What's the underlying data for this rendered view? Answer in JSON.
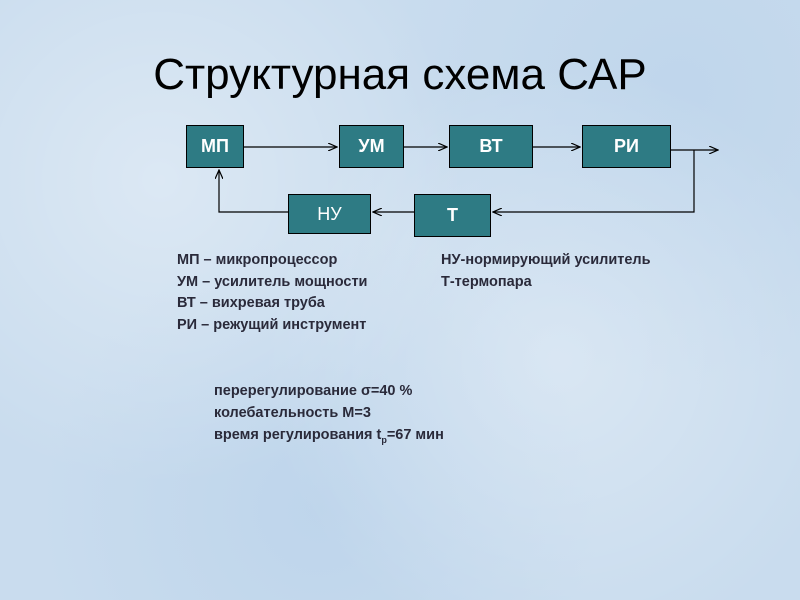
{
  "title": "Структурная схема САР",
  "blocks": {
    "mp": "МП",
    "um": "УМ",
    "vt": "ВТ",
    "ri": "РИ",
    "t": "Т",
    "nu": "НУ"
  },
  "legend_left": [
    "МП – микропроцессор",
    "УМ – усилитель мощности",
    "ВТ – вихревая труба",
    "РИ – режущий инструмент"
  ],
  "legend_right": [
    "НУ-нормирующий усилитель",
    "Т-термопара"
  ],
  "metrics": {
    "overshoot_prefix": "перерегулирование ",
    "sigma_symbol": "σ",
    "overshoot_value": "=40 %",
    "oscillation": "колебательность М=3",
    "reg_time_prefix": "время регулирования t",
    "reg_time_subscript": "р",
    "reg_time_value": "=67 мин"
  },
  "colors": {
    "block_fill": "#2e7b84",
    "block_text": "#ffffff",
    "legend_text": "#2a2a3a"
  }
}
